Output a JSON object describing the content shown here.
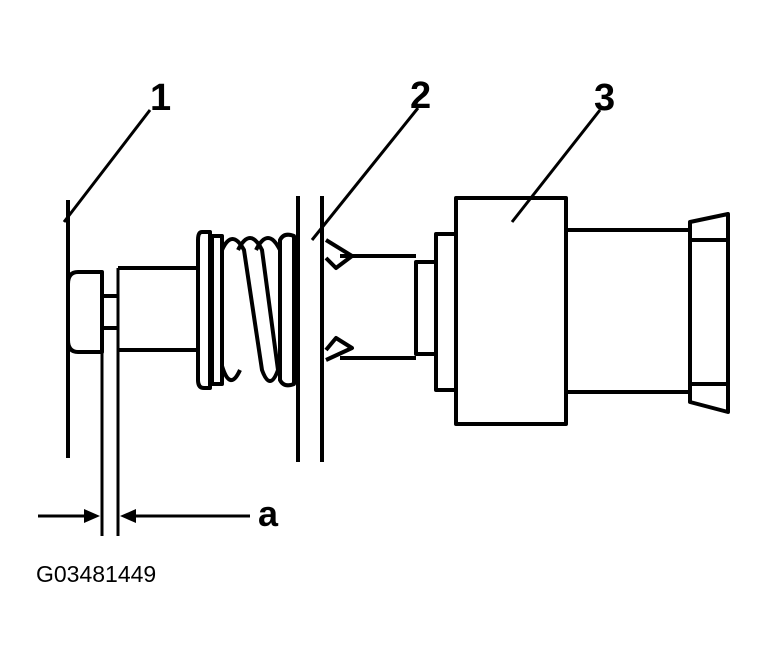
{
  "diagram": {
    "callouts": [
      {
        "id": "1",
        "text": "1"
      },
      {
        "id": "2",
        "text": "2"
      },
      {
        "id": "3",
        "text": "3"
      }
    ],
    "dimension_label": "a",
    "figure_code": "G03481449"
  }
}
